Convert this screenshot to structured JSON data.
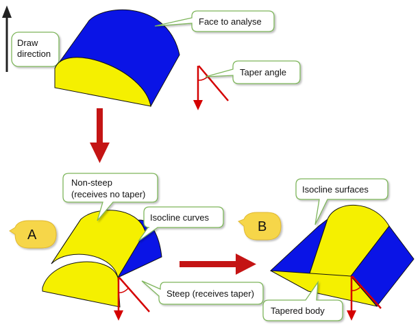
{
  "colors": {
    "face_blue": "#0a14e6",
    "face_yellow": "#f5f000",
    "arrow_red": "#c41414",
    "taper_red": "#d40000",
    "callout_border": "#7db55a",
    "badge_fill": "#f6d64a",
    "draw_arrow": "#222222"
  },
  "labels": {
    "draw_direction": [
      "Draw",
      "direction"
    ],
    "face_to_analyse": "Face to analyse",
    "taper_angle": "Taper angle",
    "non_steep": [
      "Non-steep",
      "(receives no taper)"
    ],
    "isocline_curves": "Isocline curves",
    "steep": "Steep (receives taper)",
    "isocline_surfaces": "Isocline surfaces",
    "tapered_body": "Tapered body",
    "badge_a": "A",
    "badge_b": "B"
  }
}
